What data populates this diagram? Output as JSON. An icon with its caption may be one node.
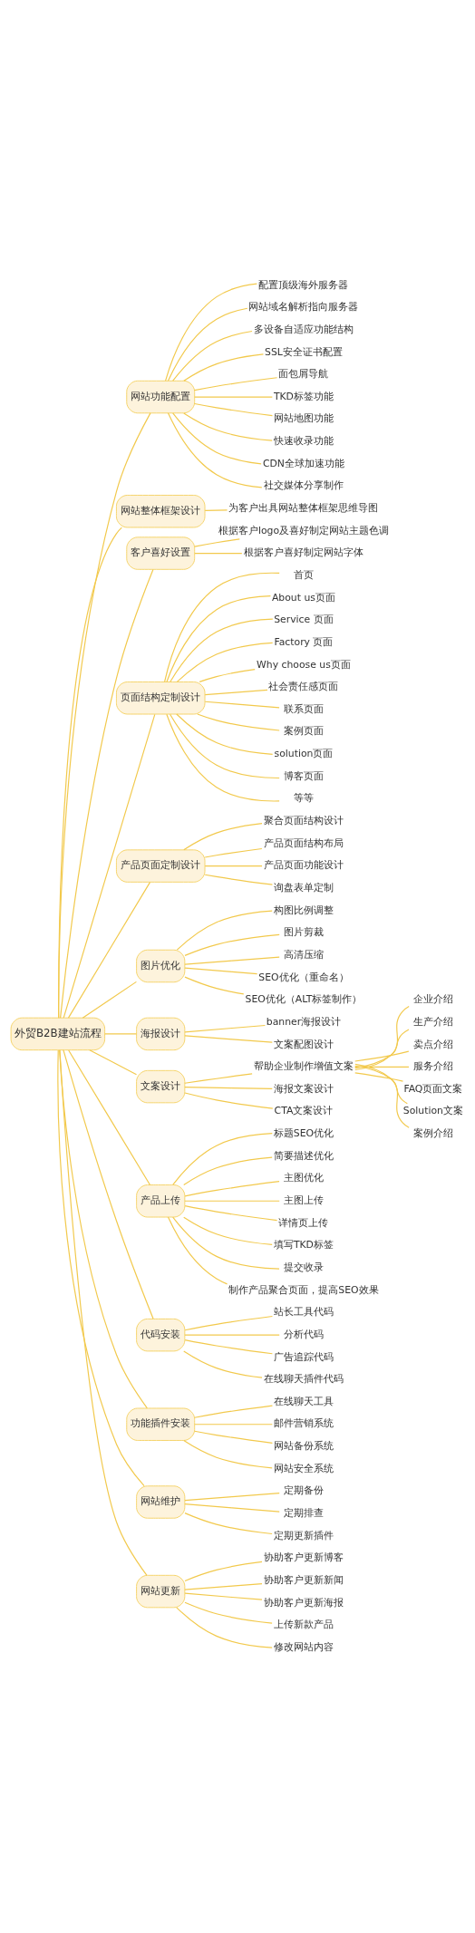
{
  "diagram": {
    "nodes": [
      {
        "text": [
          "外贸B2B建站流程"
        ]
      },
      {
        "text": [
          "网站功能配置"
        ]
      },
      {
        "text": [
          "配置顶级海外服务器"
        ]
      },
      {
        "text": [
          "网站域名解析指向服务器"
        ]
      },
      {
        "text": [
          "多设备自适应功能结构"
        ]
      },
      {
        "text": [
          "SSL安全证书配置"
        ]
      },
      {
        "text": [
          "面包屑导航"
        ]
      },
      {
        "text": [
          "TKD标签功能"
        ]
      },
      {
        "text": [
          "网站地图功能"
        ]
      },
      {
        "text": [
          "快速收录功能"
        ]
      },
      {
        "text": [
          "CDN全球加速功能"
        ]
      },
      {
        "text": [
          "社交媒体分享制作"
        ]
      },
      {
        "text": [
          "网站整体框架设计"
        ]
      },
      {
        "text": [
          "为客户出具网站整体框架思维导图"
        ]
      },
      {
        "text": [
          "客户喜好设置"
        ]
      },
      {
        "text": [
          "根据客户logo及喜好制定网站主题色调"
        ]
      },
      {
        "text": [
          "根据客户喜好制定网站字体"
        ]
      },
      {
        "text": [
          "页面结构定制设计"
        ]
      },
      {
        "text": [
          "首页"
        ]
      },
      {
        "text": [
          "About us页面"
        ]
      },
      {
        "text": [
          "Service 页面"
        ]
      },
      {
        "text": [
          "Factory 页面"
        ]
      },
      {
        "text": [
          "Why choose us页面"
        ]
      },
      {
        "text": [
          "社会责任感页面"
        ]
      },
      {
        "text": [
          "联系页面"
        ]
      },
      {
        "text": [
          "案例页面"
        ]
      },
      {
        "text": [
          "solution页面"
        ]
      },
      {
        "text": [
          "博客页面"
        ]
      },
      {
        "text": [
          "等等"
        ]
      },
      {
        "text": [
          "产品页面定制设计"
        ]
      },
      {
        "text": [
          "聚合页面结构设计"
        ]
      },
      {
        "text": [
          "产品页面结构布局"
        ]
      },
      {
        "text": [
          "产品页面功能设计"
        ]
      },
      {
        "text": [
          "询盘表单定制"
        ]
      },
      {
        "text": [
          "图片优化"
        ]
      },
      {
        "text": [
          "构图比例调整"
        ]
      },
      {
        "text": [
          "图片剪裁"
        ]
      },
      {
        "text": [
          "高清压缩"
        ]
      },
      {
        "text": [
          "SEO优化（重命名）"
        ]
      },
      {
        "text": [
          "SEO优化（ALT标签制作）"
        ]
      },
      {
        "text": [
          "海报设计"
        ]
      },
      {
        "text": [
          "banner海报设计"
        ]
      },
      {
        "text": [
          "文案配图设计"
        ]
      },
      {
        "text": [
          "文案设计"
        ]
      },
      {
        "text": [
          "帮助企业制作增值文案"
        ]
      },
      {
        "text": [
          "企业介绍"
        ]
      },
      {
        "text": [
          "生产介绍"
        ]
      },
      {
        "text": [
          "卖点介绍"
        ]
      },
      {
        "text": [
          "服务介绍"
        ]
      },
      {
        "text": [
          "FAQ页面文案"
        ]
      },
      {
        "text": [
          "Solution文案"
        ]
      },
      {
        "text": [
          "案例介绍"
        ]
      },
      {
        "text": [
          "海报文案设计"
        ]
      },
      {
        "text": [
          "CTA文案设计"
        ]
      },
      {
        "text": [
          "产品上传"
        ]
      },
      {
        "text": [
          "标题SEO优化"
        ]
      },
      {
        "text": [
          "简要描述优化"
        ]
      },
      {
        "text": [
          "主图优化"
        ]
      },
      {
        "text": [
          "主图上传"
        ]
      },
      {
        "text": [
          "详情页上传"
        ]
      },
      {
        "text": [
          "填写TKD标签"
        ]
      },
      {
        "text": [
          "提交收录"
        ]
      },
      {
        "text": [
          "制作产品聚合页面，提高SEO效果"
        ]
      },
      {
        "text": [
          "代码安装"
        ]
      },
      {
        "text": [
          "站长工具代码"
        ]
      },
      {
        "text": [
          "分析代码"
        ]
      },
      {
        "text": [
          "广告追踪代码"
        ]
      },
      {
        "text": [
          "在线聊天插件代码"
        ]
      },
      {
        "text": [
          "功能插件安装"
        ]
      },
      {
        "text": [
          "在线聊天工具"
        ]
      },
      {
        "text": [
          "邮件营销系统"
        ]
      },
      {
        "text": [
          "网站备份系统"
        ]
      },
      {
        "text": [
          "网站安全系统"
        ]
      },
      {
        "text": [
          "网站维护"
        ]
      },
      {
        "text": [
          "定期备份"
        ]
      },
      {
        "text": [
          "定期排查"
        ]
      },
      {
        "text": [
          "定期更新插件"
        ]
      },
      {
        "text": [
          "网站更新"
        ]
      },
      {
        "text": [
          "协助客户更新博客"
        ]
      },
      {
        "text": [
          "协助客户更新新闻"
        ]
      },
      {
        "text": [
          "协助客户更新海报"
        ]
      },
      {
        "text": [
          "上传新款产品"
        ]
      },
      {
        "text": [
          "修改网站内容"
        ]
      }
    ],
    "edges": [
      {
        "from": 0,
        "to": 1,
        "arrow": "none"
      },
      {
        "from": 1,
        "to": 2,
        "arrow": "none"
      },
      {
        "from": 1,
        "to": 3,
        "arrow": "none"
      },
      {
        "from": 1,
        "to": 4,
        "arrow": "none"
      },
      {
        "from": 1,
        "to": 5,
        "arrow": "none"
      },
      {
        "from": 1,
        "to": 6,
        "arrow": "none"
      },
      {
        "from": 1,
        "to": 7,
        "arrow": "none"
      },
      {
        "from": 1,
        "to": 8,
        "arrow": "none"
      },
      {
        "from": 1,
        "to": 9,
        "arrow": "none"
      },
      {
        "from": 1,
        "to": 10,
        "arrow": "none"
      },
      {
        "from": 1,
        "to": 11,
        "arrow": "none"
      },
      {
        "from": 0,
        "to": 12,
        "arrow": "none"
      },
      {
        "from": 12,
        "to": 13,
        "arrow": "none"
      },
      {
        "from": 0,
        "to": 14,
        "arrow": "none"
      },
      {
        "from": 14,
        "to": 15,
        "arrow": "none"
      },
      {
        "from": 14,
        "to": 16,
        "arrow": "none"
      },
      {
        "from": 0,
        "to": 17,
        "arrow": "none"
      },
      {
        "from": 17,
        "to": 18,
        "arrow": "none"
      },
      {
        "from": 17,
        "to": 19,
        "arrow": "none"
      },
      {
        "from": 17,
        "to": 20,
        "arrow": "none"
      },
      {
        "from": 17,
        "to": 21,
        "arrow": "none"
      },
      {
        "from": 17,
        "to": 22,
        "arrow": "none"
      },
      {
        "from": 17,
        "to": 23,
        "arrow": "none"
      },
      {
        "from": 17,
        "to": 24,
        "arrow": "none"
      },
      {
        "from": 17,
        "to": 25,
        "arrow": "none"
      },
      {
        "from": 17,
        "to": 26,
        "arrow": "none"
      },
      {
        "from": 17,
        "to": 27,
        "arrow": "none"
      },
      {
        "from": 17,
        "to": 28,
        "arrow": "none"
      },
      {
        "from": 0,
        "to": 29,
        "arrow": "none"
      },
      {
        "from": 29,
        "to": 30,
        "arrow": "none"
      },
      {
        "from": 29,
        "to": 31,
        "arrow": "none"
      },
      {
        "from": 29,
        "to": 32,
        "arrow": "none"
      },
      {
        "from": 29,
        "to": 33,
        "arrow": "none"
      },
      {
        "from": 0,
        "to": 34,
        "arrow": "none"
      },
      {
        "from": 34,
        "to": 35,
        "arrow": "none"
      },
      {
        "from": 34,
        "to": 36,
        "arrow": "none"
      },
      {
        "from": 34,
        "to": 37,
        "arrow": "none"
      },
      {
        "from": 34,
        "to": 38,
        "arrow": "none"
      },
      {
        "from": 34,
        "to": 39,
        "arrow": "none"
      },
      {
        "from": 0,
        "to": 40,
        "arrow": "none"
      },
      {
        "from": 40,
        "to": 41,
        "arrow": "none"
      },
      {
        "from": 40,
        "to": 42,
        "arrow": "none"
      },
      {
        "from": 0,
        "to": 43,
        "arrow": "none"
      },
      {
        "from": 43,
        "to": 44,
        "arrow": "none"
      },
      {
        "from": 44,
        "to": 45,
        "arrow": "none"
      },
      {
        "from": 44,
        "to": 46,
        "arrow": "none"
      },
      {
        "from": 44,
        "to": 47,
        "arrow": "none"
      },
      {
        "from": 44,
        "to": 48,
        "arrow": "none"
      },
      {
        "from": 44,
        "to": 49,
        "arrow": "none"
      },
      {
        "from": 44,
        "to": 50,
        "arrow": "none"
      },
      {
        "from": 44,
        "to": 51,
        "arrow": "none"
      },
      {
        "from": 43,
        "to": 52,
        "arrow": "none"
      },
      {
        "from": 43,
        "to": 53,
        "arrow": "none"
      },
      {
        "from": 0,
        "to": 54,
        "arrow": "none"
      },
      {
        "from": 54,
        "to": 55,
        "arrow": "none"
      },
      {
        "from": 54,
        "to": 56,
        "arrow": "none"
      },
      {
        "from": 54,
        "to": 57,
        "arrow": "none"
      },
      {
        "from": 54,
        "to": 58,
        "arrow": "none"
      },
      {
        "from": 54,
        "to": 59,
        "arrow": "none"
      },
      {
        "from": 54,
        "to": 60,
        "arrow": "none"
      },
      {
        "from": 54,
        "to": 61,
        "arrow": "none"
      },
      {
        "from": 54,
        "to": 62,
        "arrow": "none"
      },
      {
        "from": 0,
        "to": 63,
        "arrow": "none"
      },
      {
        "from": 63,
        "to": 64,
        "arrow": "none"
      },
      {
        "from": 63,
        "to": 65,
        "arrow": "none"
      },
      {
        "from": 63,
        "to": 66,
        "arrow": "none"
      },
      {
        "from": 63,
        "to": 67,
        "arrow": "none"
      },
      {
        "from": 0,
        "to": 68,
        "arrow": "none"
      },
      {
        "from": 68,
        "to": 69,
        "arrow": "none"
      },
      {
        "from": 68,
        "to": 70,
        "arrow": "none"
      },
      {
        "from": 68,
        "to": 71,
        "arrow": "none"
      },
      {
        "from": 68,
        "to": 72,
        "arrow": "none"
      },
      {
        "from": 0,
        "to": 73,
        "arrow": "none"
      },
      {
        "from": 73,
        "to": 74,
        "arrow": "none"
      },
      {
        "from": 73,
        "to": 75,
        "arrow": "none"
      },
      {
        "from": 73,
        "to": 76,
        "arrow": "none"
      },
      {
        "from": 0,
        "to": 77,
        "arrow": "none"
      },
      {
        "from": 77,
        "to": 78,
        "arrow": "none"
      },
      {
        "from": 77,
        "to": 79,
        "arrow": "none"
      },
      {
        "from": 77,
        "to": 80,
        "arrow": "none"
      },
      {
        "from": 77,
        "to": 81,
        "arrow": "none"
      },
      {
        "from": 77,
        "to": 82,
        "arrow": "none"
      }
    ]
  }
}
